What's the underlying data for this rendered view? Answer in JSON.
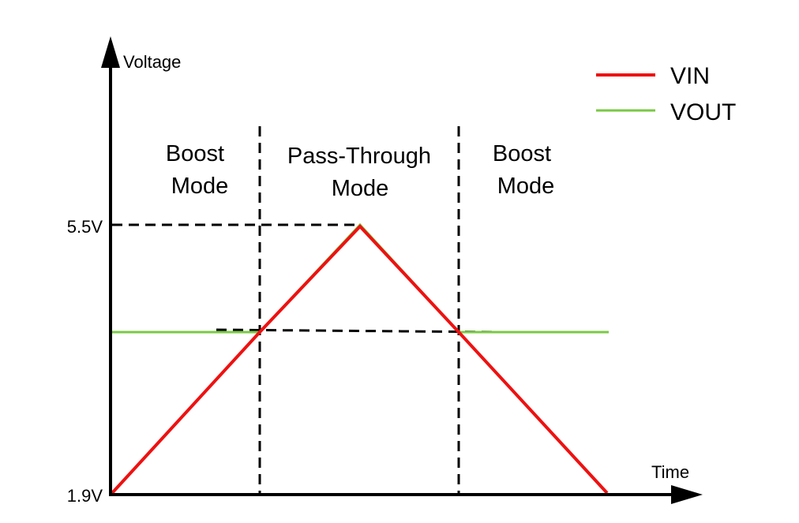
{
  "axes": {
    "y_label": "Voltage",
    "x_label": "Time",
    "y_ticks": [
      "5.5V",
      "1.9V"
    ]
  },
  "regions": [
    {
      "line1": "Boost",
      "line2": "Mode"
    },
    {
      "line1": "Pass-Through",
      "line2": "Mode"
    },
    {
      "line1": "Boost",
      "line2": "Mode"
    }
  ],
  "legend": [
    {
      "label": "VIN",
      "color": "#ee1111"
    },
    {
      "label": "VOUT",
      "color": "#7ac943"
    }
  ],
  "colors": {
    "vin": "#ee1111",
    "vout": "#7ac943",
    "axis": "#000000"
  }
}
